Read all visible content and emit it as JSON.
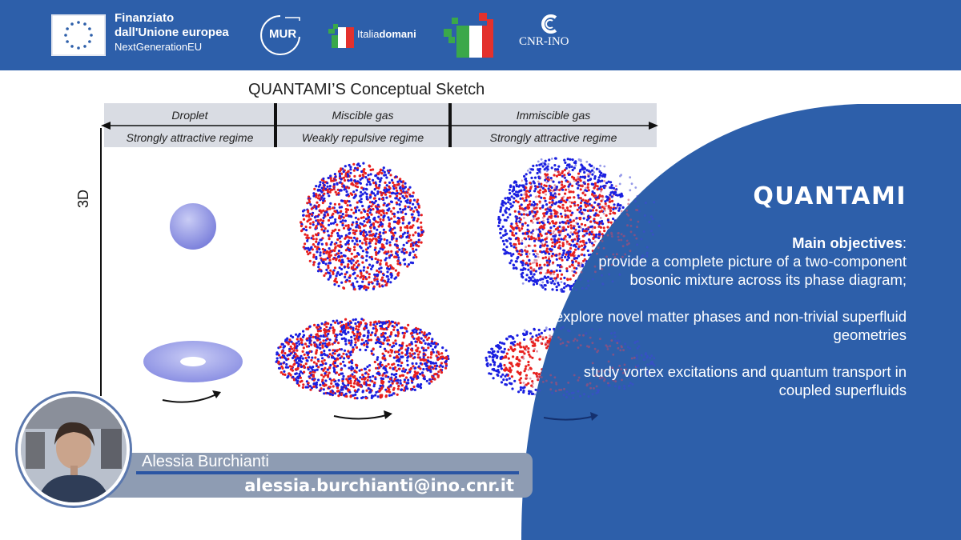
{
  "header": {
    "eu_line1": "Finanziato",
    "eu_line2": "dall'Unione europea",
    "eu_line3": "NextGenerationEU",
    "mur_label": "MUR",
    "italia_label_a": "Italia",
    "italia_label_b": "domani",
    "cnr_label": "CNR-INO"
  },
  "sketch": {
    "title": "QUANTAMI’S Conceptual Sketch",
    "regimes": [
      {
        "phase": "Droplet",
        "regime": "Strongly attractive regime"
      },
      {
        "phase": "Miscible gas",
        "regime": "Weakly repulsive regime"
      },
      {
        "phase": "Immiscible gas",
        "regime": "Strongly attractive regime"
      }
    ],
    "row_label": "3D"
  },
  "project": {
    "title": "QUANTAMI",
    "objectives_heading": "Main objectives",
    "objectives_colon": ":",
    "objectives": [
      "provide a complete picture of a two-component bosonic mixture across its phase diagram;",
      "explore novel matter phases and non-trivial superfluid geometries",
      "study vortex excitations and quantum transport in coupled superfluids"
    ]
  },
  "person": {
    "name": "Alessia Burchianti",
    "email": "alessia.burchianti@ino.cnr.it"
  },
  "colors": {
    "brand_blue": "#2d5faa",
    "panel_blue": "#2d5faa",
    "particle_red": "#e8201e",
    "particle_blue": "#1a1fe0",
    "droplet": "#8e93e6"
  }
}
